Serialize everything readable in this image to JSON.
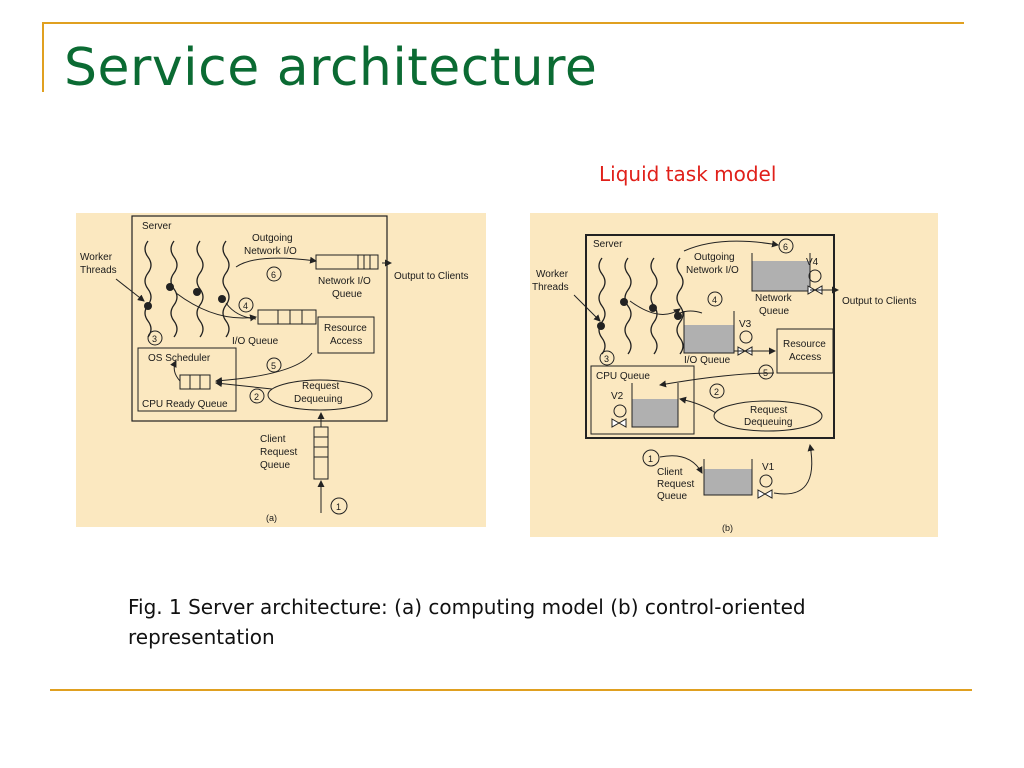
{
  "slide": {
    "title": "Service architecture",
    "subtitle": "Liquid task model",
    "caption": "Fig. 1 Server architecture: (a) computing model (b) control-oriented representation"
  },
  "diagram_a": {
    "label": "(a)",
    "server": "Server",
    "worker_threads": [
      "Worker",
      "Threads"
    ],
    "outgoing": [
      "Outgoing",
      "Network I/O"
    ],
    "network_queue": [
      "Network I/O",
      "Queue"
    ],
    "output": "Output to Clients",
    "resource": [
      "Resource",
      "Access"
    ],
    "io_queue": "I/O Queue",
    "os_scheduler": "OS Scheduler",
    "cpu_ready_queue": "CPU Ready Queue",
    "request_dequeuing": [
      "Request",
      "Dequeuing"
    ],
    "client_request_queue": [
      "Client",
      "Request",
      "Queue"
    ],
    "steps": [
      "1",
      "2",
      "3",
      "4",
      "5",
      "6"
    ]
  },
  "diagram_b": {
    "label": "(b)",
    "server": "Server",
    "worker_threads": [
      "Worker",
      "Threads"
    ],
    "outgoing": [
      "Outgoing",
      "Network I/O"
    ],
    "network_queue": [
      "Network",
      "Queue"
    ],
    "output": "Output to Clients",
    "resource": [
      "Resource",
      "Access"
    ],
    "io_queue": "I/O Queue",
    "cpu_queue": "CPU Queue",
    "request_dequeuing": [
      "Request",
      "Dequeuing"
    ],
    "client_request_queue": [
      "Client",
      "Request",
      "Queue"
    ],
    "valves": [
      "V1",
      "V2",
      "V3",
      "V4"
    ],
    "steps": [
      "1",
      "2",
      "3",
      "4",
      "5",
      "6"
    ]
  },
  "colors": {
    "title": "#0b6b33",
    "subtitle": "#e0201a",
    "panel": "#fbe8c0",
    "accent_line": "#e0a020",
    "tank_fill": "#b0b0b0"
  }
}
